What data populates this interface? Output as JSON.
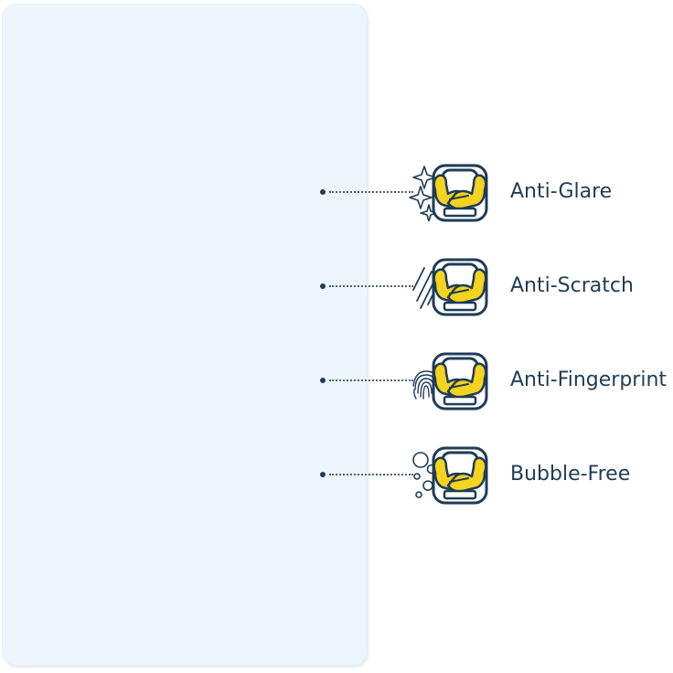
{
  "colors": {
    "accent": "#f5d31f",
    "ink": "#1f3c57",
    "protector": "#eef5fb"
  },
  "features": [
    {
      "label": "Anti-Glare",
      "icon": "sparkle-icon"
    },
    {
      "label": "Anti-Scratch",
      "icon": "scratch-lines-icon"
    },
    {
      "label": "Anti-Fingerprint",
      "icon": "fingerprint-icon"
    },
    {
      "label": "Bubble-Free",
      "icon": "bubbles-icon"
    }
  ]
}
